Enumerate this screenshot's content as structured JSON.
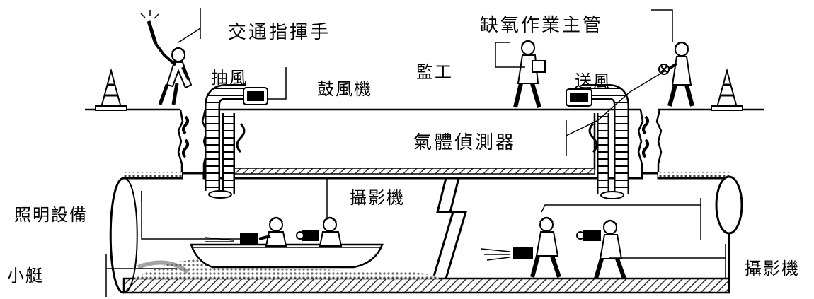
{
  "labels": {
    "traffic_director": "交通指揮手",
    "supervisor": "缺氧作業主管",
    "monitor": "監工",
    "suction_wind": "抽風",
    "blower": "鼓風機",
    "supply_wind": "送風",
    "gas_detector": "氣體偵測器",
    "camera_left": "攝影機",
    "lighting": "照明設備",
    "boat": "小艇",
    "camera_right": "攝影機"
  },
  "colors": {
    "ink": "#000000",
    "background": "#ffffff",
    "hatch": "#555555",
    "sludge": "#777777"
  },
  "icons": [
    "traffic-cone-icon",
    "worker-icon",
    "flag-baton-icon",
    "camera-icon",
    "lamp-icon",
    "boat-icon",
    "blower-icon",
    "gas-detector-icon"
  ]
}
